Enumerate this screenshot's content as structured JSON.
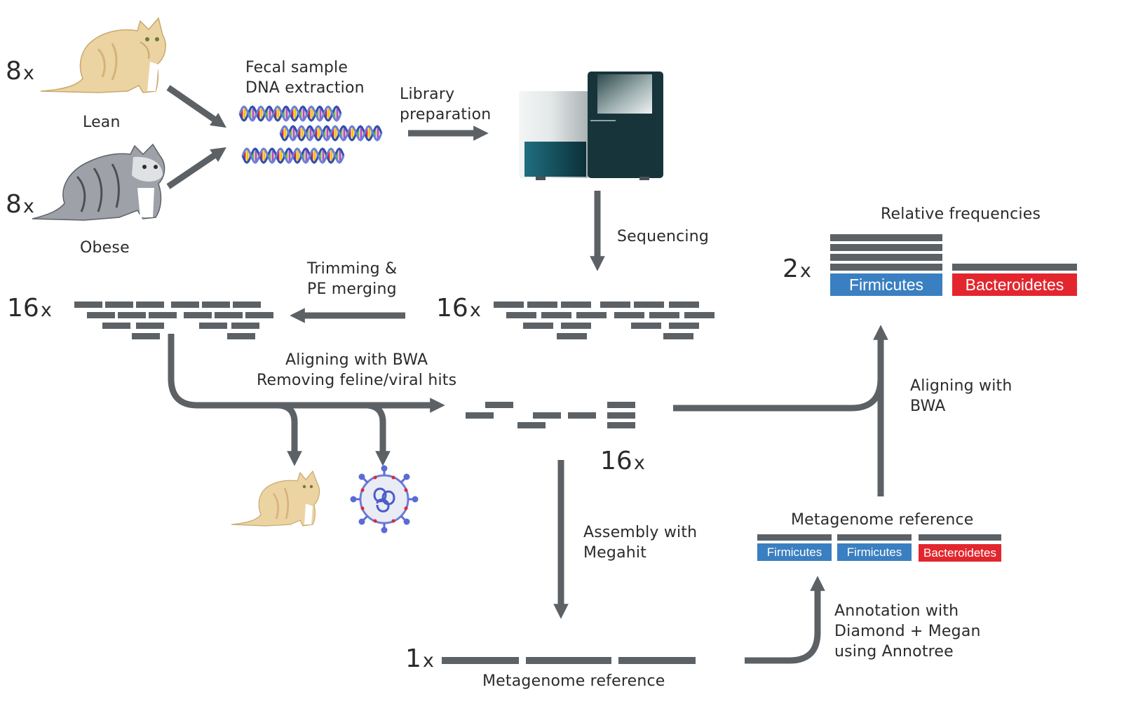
{
  "groups": {
    "lean": {
      "label": "Lean",
      "count": "8",
      "unit": "x"
    },
    "obese": {
      "label": "Obese",
      "count": "8",
      "unit": "x"
    }
  },
  "steps": {
    "fecal": {
      "line1": "Fecal sample",
      "line2": "DNA extraction"
    },
    "library": {
      "line1": "Library",
      "line2": "preparation"
    },
    "sequencing": {
      "label": "Sequencing"
    },
    "trimming": {
      "line1": "Trimming &",
      "line2": "PE merging"
    },
    "aligning_bwa": {
      "line1": "Aligning with BWA",
      "line2": "Removing feline/viral hits"
    },
    "assembly": {
      "line1": "Assembly with",
      "line2": "Megahit"
    },
    "annotation": {
      "line1": "Annotation with",
      "line2": "Diamond + Megan",
      "line3": "using Annotree"
    },
    "aligning_ref": {
      "line1": "Aligning with",
      "line2": "BWA"
    }
  },
  "counts": {
    "raw_reads": {
      "count": "16",
      "unit": "x"
    },
    "trimmed_reads": {
      "count": "16",
      "unit": "x"
    },
    "filtered_reads": {
      "count": "16",
      "unit": "x"
    },
    "assembly": {
      "count": "1",
      "unit": "x"
    },
    "frequencies": {
      "count": "2",
      "unit": "x"
    }
  },
  "metagenome": {
    "bottom_label": "Metagenome reference",
    "annotated_label": "Metagenome reference",
    "annotated_tags": [
      "Firmicutes",
      "Firmicutes",
      "Bacteroidetes"
    ]
  },
  "frequencies": {
    "title": "Relative frequencies",
    "tags": [
      "Firmicutes",
      "Bacteroidetes"
    ]
  },
  "colors": {
    "arrow": "#5c6166",
    "firmicutes": "#3a7fc1",
    "bacteroidetes": "#e3262e"
  }
}
